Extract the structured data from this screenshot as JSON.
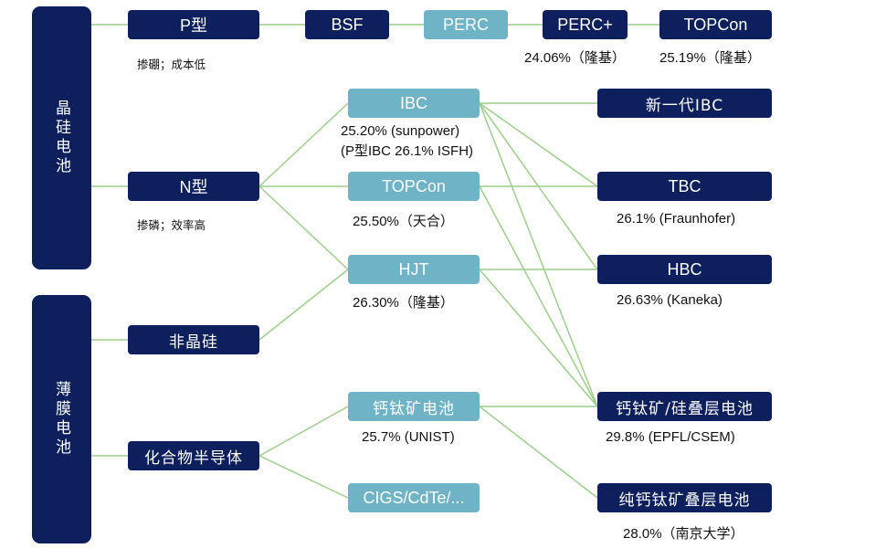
{
  "categories": {
    "crystalline": "晶硅电池",
    "thin_film": "薄膜电池"
  },
  "p_type": {
    "label": "P型",
    "note": "掺硼；成本低",
    "chain": [
      "BSF",
      "PERC",
      "PERC+",
      "TOPCon"
    ],
    "perc_plus_eff": "24.06%（隆基）",
    "topcon_eff": "25.19%（隆基）"
  },
  "n_type": {
    "label": "N型",
    "note": "掺磷；效率高"
  },
  "amorphous": {
    "label": "非晶硅"
  },
  "compound": {
    "label": "化合物半导体"
  },
  "middle": {
    "ibc": {
      "label": "IBC",
      "eff1": "25.20% (sunpower)",
      "eff2": "(P型IBC 26.1% ISFH)"
    },
    "topcon": {
      "label": "TOPCon",
      "eff": "25.50%（天合）"
    },
    "hjt": {
      "label": "HJT",
      "eff": "26.30%（隆基）"
    },
    "perovskite": {
      "label": "钙钛矿电池",
      "eff": "25.7% (UNIST)"
    },
    "cigs": {
      "label": "CIGS/CdTe/..."
    }
  },
  "right": {
    "new_ibc": {
      "label": "新一代IBC"
    },
    "tbc": {
      "label": "TBC",
      "eff": "26.1% (Fraunhofer)"
    },
    "hbc": {
      "label": "HBC",
      "eff": "26.63% (Kaneka)"
    },
    "tandem": {
      "label": "钙钛矿/硅叠层电池",
      "eff": "29.8% (EPFL/CSEM)"
    },
    "all_perovskite": {
      "label": "纯钙钛矿叠层电池",
      "eff": "28.0%（南京大学）"
    }
  },
  "colors": {
    "dark_box": "#0d1f5c",
    "light_box": "#6fb3c7",
    "connector": "#9ccf8a"
  }
}
